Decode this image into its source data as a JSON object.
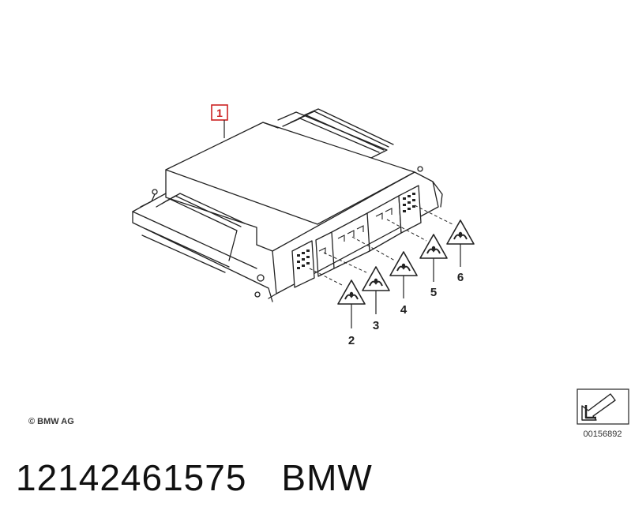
{
  "diagram": {
    "part_label": "1",
    "callouts": [
      "2",
      "3",
      "4",
      "5",
      "6"
    ],
    "copyright": "© BMW AG",
    "reference_code": "00156892",
    "colors": {
      "line": "#222222",
      "highlight": "#cc2222",
      "warning_fill": "#ffffff"
    },
    "icons": {
      "warning": "esd-warning-triangle-icon",
      "direction": "view-direction-arrow-icon"
    }
  },
  "footer": {
    "part_number": "12142461575",
    "brand": "BMW"
  }
}
